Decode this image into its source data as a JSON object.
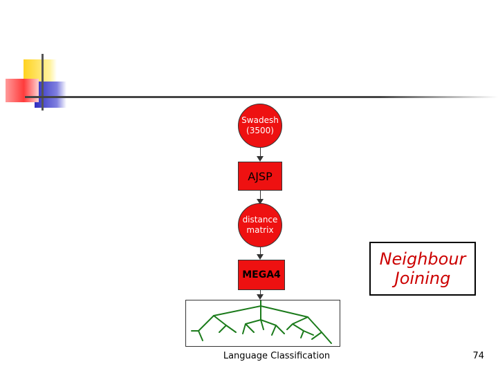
{
  "diagram": {
    "nodes": {
      "swadesh": {
        "label_line1": "Swadesh",
        "label_line2": "(3500)"
      },
      "ajsp": {
        "label": "AJSP"
      },
      "distance": {
        "label_line1": "distance",
        "label_line2": "matrix"
      },
      "mega": {
        "label": "MEGA4"
      }
    },
    "method_box": {
      "line1": "Neighbour",
      "line2": "Joining"
    },
    "output_caption": "Language Classification"
  },
  "slide": {
    "page_number": "74"
  },
  "colors": {
    "node_fill": "#ee1111",
    "tree": "#1a7a1a",
    "accent_yellow": "#ffe033",
    "accent_blue": "#3333cc",
    "accent_red": "#ff4444"
  }
}
